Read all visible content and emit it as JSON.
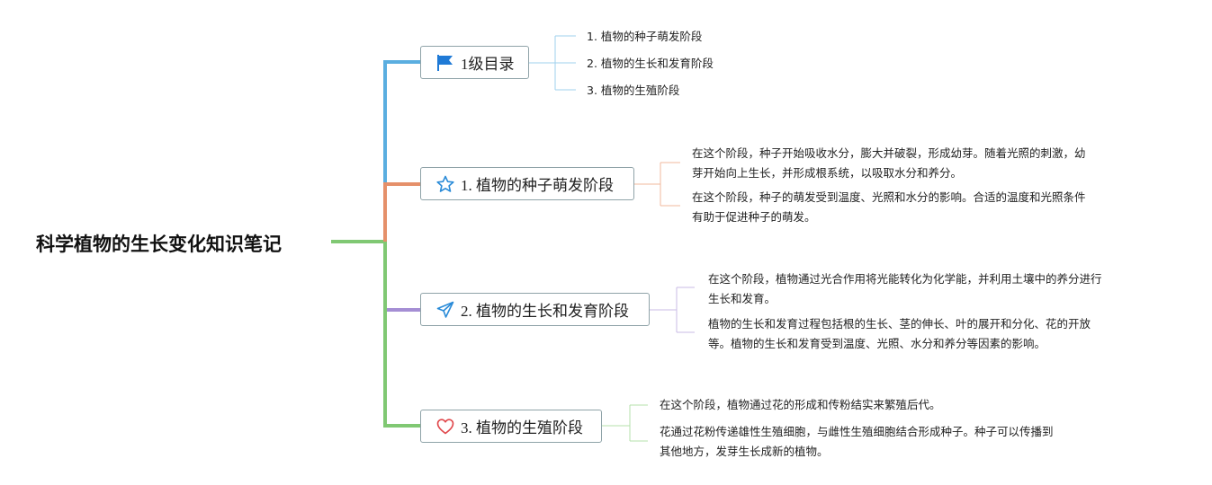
{
  "root": {
    "title": "科学植物的生长变化知识笔记"
  },
  "colors": {
    "root_line": "#80c873",
    "toc": "#5aaee0",
    "branch1": "#e5906a",
    "branch2": "#a58ed4",
    "branch3": "#80c873"
  },
  "toc": {
    "label": "1级目录",
    "icon": "flag-icon",
    "items": [
      "1. 植物的种子萌发阶段",
      "2. 植物的生长和发育阶段",
      "3. 植物的生殖阶段"
    ]
  },
  "branches": [
    {
      "label": "1. 植物的种子萌发阶段",
      "icon": "star-icon",
      "notes": [
        [
          "在这个阶段，种子开始吸收水分，膨大并破裂，形成幼芽。随着光照的刺激，幼",
          "芽开始向上生长，并形成根系统，以吸取水分和养分。"
        ],
        [
          "在这个阶段，种子的萌发受到温度、光照和水分的影响。合适的温度和光照条件",
          "有助于促进种子的萌发。"
        ]
      ]
    },
    {
      "label": "2. 植物的生长和发育阶段",
      "icon": "paper-plane-icon",
      "notes": [
        [
          "在这个阶段，植物通过光合作用将光能转化为化学能，并利用土壤中的养分进行",
          "生长和发育。"
        ],
        [
          "植物的生长和发育过程包括根的生长、茎的伸长、叶的展开和分化、花的开放",
          "等。植物的生长和发育受到温度、光照、水分和养分等因素的影响。"
        ]
      ]
    },
    {
      "label": "3. 植物的生殖阶段",
      "icon": "heart-icon",
      "notes": [
        [
          "在这个阶段，植物通过花的形成和传粉结实来繁殖后代。"
        ],
        [
          "花通过花粉传递雄性生殖细胞，与雌性生殖细胞结合形成种子。种子可以传播到",
          "其他地方，发芽生长成新的植物。"
        ]
      ]
    }
  ]
}
